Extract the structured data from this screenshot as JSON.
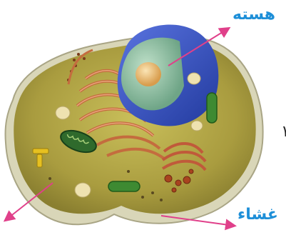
{
  "labels": {
    "nucleus": "هسته",
    "membrane": "غشاء"
  },
  "edge_glyph": "۱",
  "colors": {
    "label": "#1e8fd8",
    "arrow": "#e0408a",
    "cytoplasm": "#b3a849",
    "membrane": "#c9c6a6",
    "nucleus_envelope": "#3c52c4",
    "nucleoplasm": "#8fbf9e",
    "nucleolus": "#f0c77a",
    "er": "#d27a4a",
    "mitochondria": "#3e7a3a",
    "golgi": "#c05a3a"
  }
}
